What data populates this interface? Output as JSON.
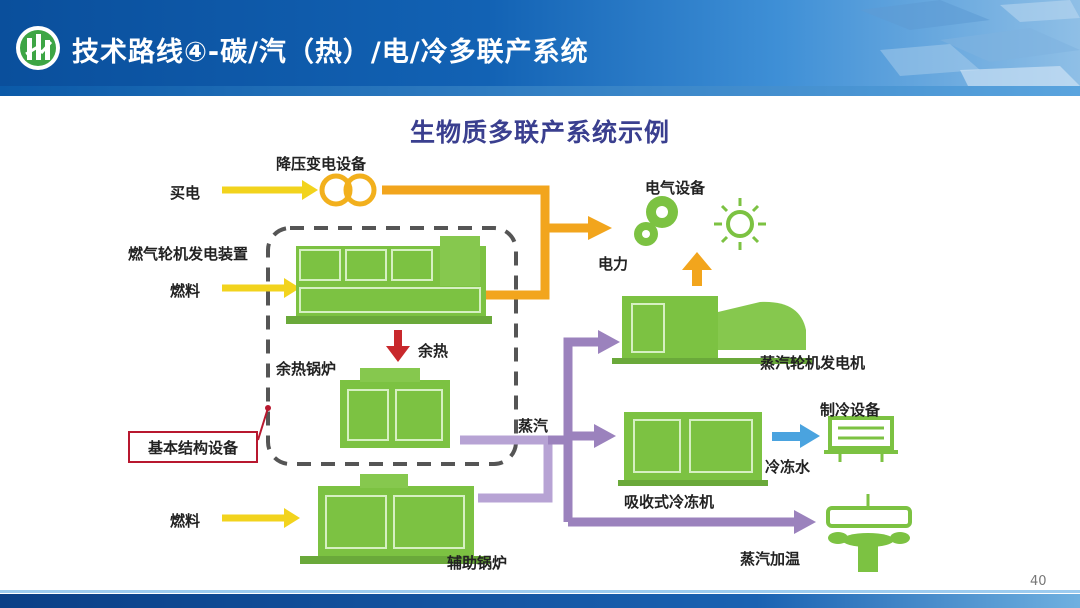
{
  "header": {
    "title": "技术路线④-碳/汽（热）/电/冷多联产系统"
  },
  "subtitle": "生物质多联产系统示例",
  "labels": {
    "buy_power": "买电",
    "transformer": "降压变电设备",
    "gas_turbine": "燃气轮机发电装置",
    "fuel_1": "燃料",
    "waste_heat": "余热",
    "waste_heat_boiler": "余热锅炉",
    "basic_equipment": "基本结构设备",
    "fuel_2": "燃料",
    "aux_boiler": "辅助锅炉",
    "electrical_equipment": "电气设备",
    "power": "电力",
    "steam_turbine_generator": "蒸汽轮机发电机",
    "steam": "蒸汽",
    "refrigeration_equipment": "制冷设备",
    "chilled_water": "冷冻水",
    "absorption_chiller": "吸收式冷冻机",
    "steam_heating": "蒸汽加温"
  },
  "page_number": "40",
  "colors": {
    "accent_green": "#7cc242",
    "arrow_orange": "#f2a51d",
    "arrow_yellow": "#f2d31d",
    "arrow_purple": "#9b82bd",
    "arrow_red": "#c8282c",
    "arrow_blue": "#4aa3df",
    "callout_red": "#b8182f"
  }
}
